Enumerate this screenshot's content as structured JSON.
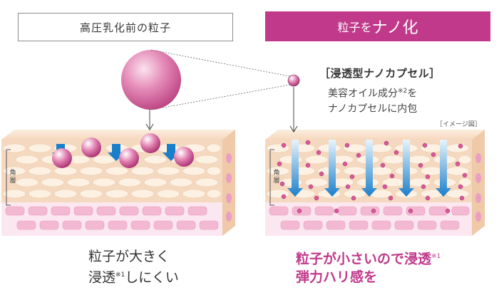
{
  "left_panel": {
    "title": "高圧乳化前の粒子",
    "layer_label_1": "角",
    "layer_label_2": "層",
    "caption_line1": "粒子が大きく",
    "caption_line2_pre": "浸透",
    "caption_line2_sup": "※1",
    "caption_line2_post": "しにくい"
  },
  "right_panel": {
    "title_prefix": "粒子を",
    "title_emph": "ナノ化",
    "capsule_title": "［浸透型ナノカプセル］",
    "capsule_desc_line1_pre": "美容オイル成分",
    "capsule_desc_line1_sup": "※2",
    "capsule_desc_line1_post": "を",
    "capsule_desc_line2": "ナノカプセルに内包",
    "image_note": "［イメージ図］",
    "layer_label_1": "角",
    "layer_label_2": "層",
    "caption_line1_pre": "粒子が小さいので浸透",
    "caption_line1_sup": "※1",
    "caption_line2": "弾力ハリ感を"
  },
  "colors": {
    "accent": "#c0398a",
    "skin": "#f6dcc4",
    "skin_cell": "#fbe9d6",
    "arrow": "#1c86d0",
    "particle": "#d56aa3"
  }
}
